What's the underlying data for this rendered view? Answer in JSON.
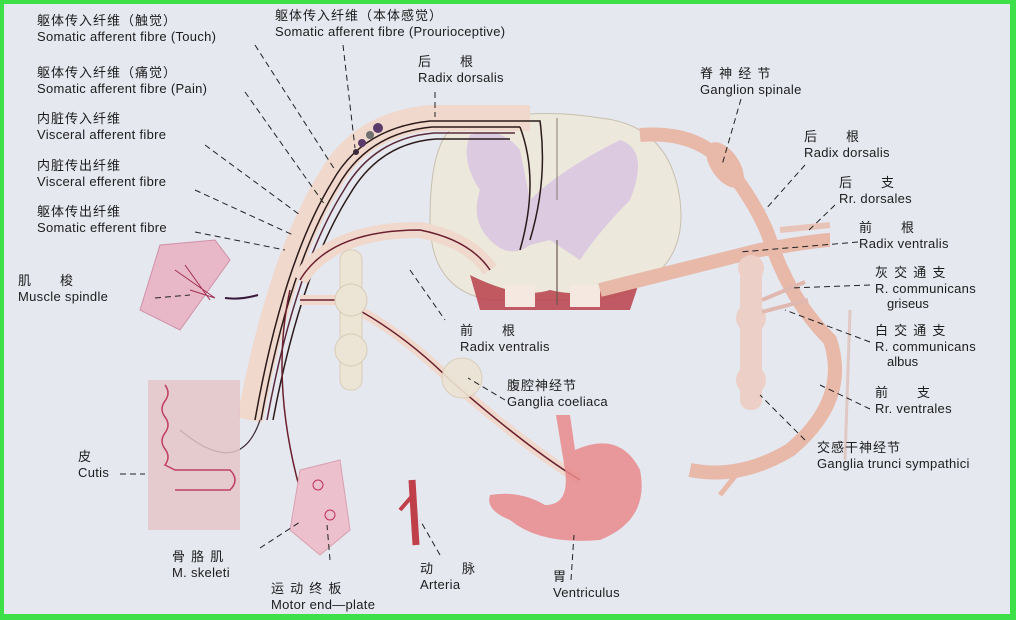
{
  "diagram": {
    "border_color": "#3ee04a",
    "background_color": "#e6e8ef",
    "colors": {
      "nerve_tissue": "#e8b8a8",
      "nerve_dark": "#6a1f2e",
      "grey_matter": "#d8c4e0",
      "white_matter": "#ece8dc",
      "ventral_red": "#b8404a",
      "stomach": "#e88a8c",
      "artery": "#c0404a"
    },
    "labels": {
      "somatic_afferent_touch": {
        "zh": "躯体传入纤维（触觉）",
        "en": "Somatic afferent fibre (Touch)"
      },
      "somatic_afferent_pain": {
        "zh": "躯体传入纤维（痛觉）",
        "en": "Somatic afferent fibre (Pain)"
      },
      "visceral_afferent": {
        "zh": "内脏传入纤维",
        "en": "Visceral afferent fibre"
      },
      "visceral_efferent": {
        "zh": "内脏传出纤维",
        "en": "Visceral efferent fibre"
      },
      "somatic_efferent": {
        "zh": "躯体传出纤维",
        "en": "Somatic efferent fibre"
      },
      "somatic_afferent_proprio": {
        "zh": "躯体传入纤维（本体感觉）",
        "en": "Somatic afferent fibre (Prourioceptive)"
      },
      "radix_dorsalis_top": {
        "zh": "后　　根",
        "en": "Radix dorsalis"
      },
      "ganglion_spinale": {
        "zh": "脊 神 经 节",
        "en": "Ganglion spinale"
      },
      "radix_dorsalis_right": {
        "zh": "后　　根",
        "en": "Radix dorsalis"
      },
      "rr_dorsales": {
        "zh": "后　　支",
        "en": "Rr. dorsales"
      },
      "radix_ventralis_right": {
        "zh": "前　　根",
        "en": "Radix ventralis"
      },
      "r_comm_griseus": {
        "zh": "灰 交 通 支",
        "en": "R. communicans",
        "en2": "griseus"
      },
      "r_comm_albus": {
        "zh": "白 交 通 支",
        "en": "R. communicans",
        "en2": "albus"
      },
      "rr_ventrales": {
        "zh": "前　　支",
        "en": "Rr. ventrales"
      },
      "ganglia_trunci": {
        "zh": "交感干神经节",
        "en": "Ganglia trunci sympathici"
      },
      "muscle_spindle": {
        "zh": "肌　　梭",
        "en": "Muscle spindle"
      },
      "radix_ventralis_center": {
        "zh": "前　　根",
        "en": "Radix ventralis"
      },
      "ganglia_coeliaca": {
        "zh": "腹腔神经节",
        "en": "Ganglia coeliaca"
      },
      "cutis": {
        "zh": "皮",
        "en": "Cutis"
      },
      "m_skeleti": {
        "zh": "骨 胳 肌",
        "en": "M. skeleti"
      },
      "motor_end_plate": {
        "zh": "运 动 终 板",
        "en": "Motor end—plate"
      },
      "arteria": {
        "zh": "动　　脉",
        "en": "Arteria"
      },
      "ventriculus": {
        "zh": "胃",
        "en": "Ventriculus"
      }
    }
  }
}
